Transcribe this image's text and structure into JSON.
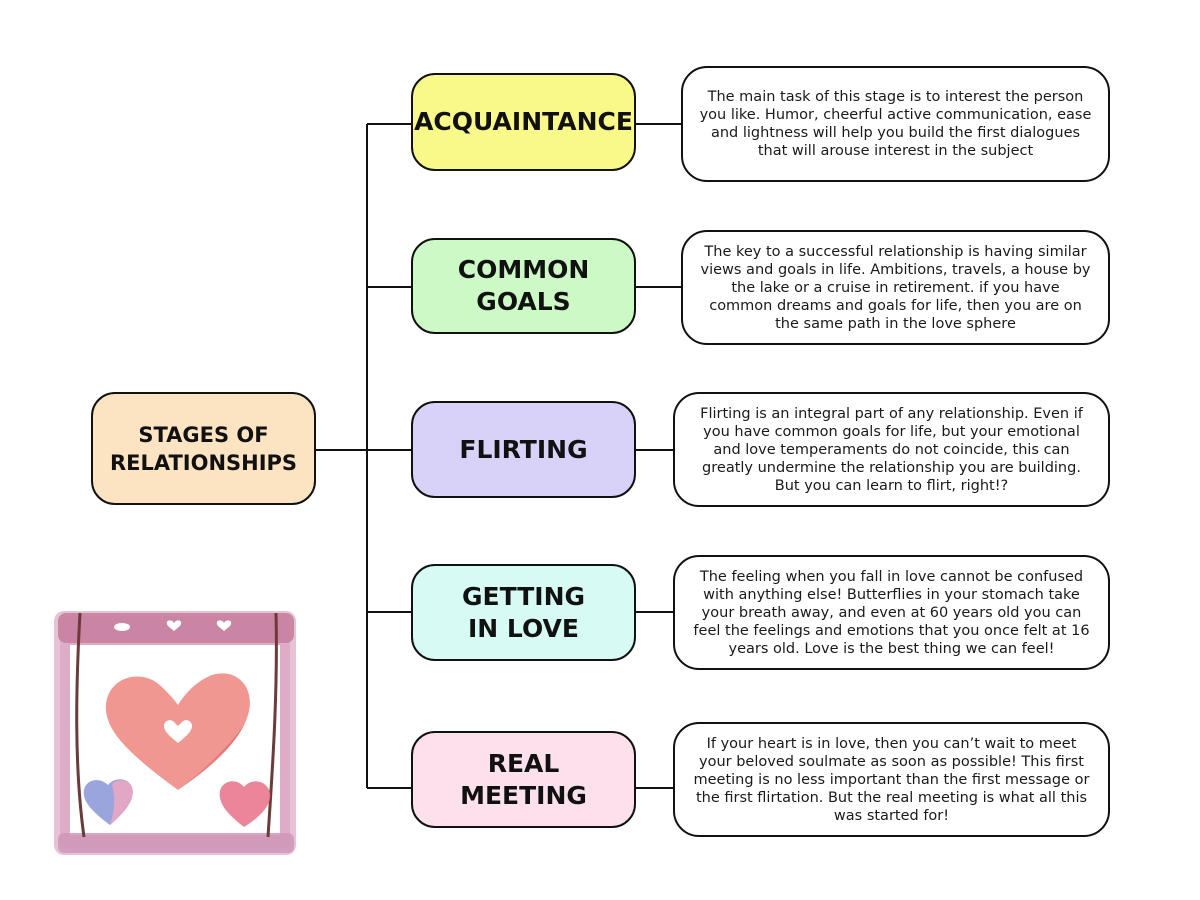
{
  "root": {
    "label": "STAGES OF RELATIONSHIPS",
    "color": "#FCE3C2"
  },
  "stages": [
    {
      "label": "ACQUAINTANCE",
      "color": "#F9F98A",
      "description": "The main task of this stage is to interest the person you like. Humor, cheerful active communication, ease and lightness will help you build the first dialogues that will arouse interest in the subject"
    },
    {
      "label": "COMMON GOALS",
      "color": "#CCF9C6",
      "description": "The key to a successful relationship is having similar views and goals in life. Ambitions, travels, a house by the lake or a cruise in retirement. if you have common dreams and goals for life, then you are on the same path in the love sphere"
    },
    {
      "label": "FLIRTING",
      "color": "#D8D2F9",
      "description": "Flirting is an integral part of any relationship. Even if you have common goals for life, but your emotional and love temperaments do not coincide, this can greatly undermine the relationship you are building. But you can learn to flirt, right!?"
    },
    {
      "label": "GETTING IN LOVE",
      "color": "#D7FAF4",
      "description": "The feeling when you fall in love cannot be confused with anything else! Butterflies in your stomach take your breath away, and even at 60 years old you can feel the feelings and emotions that you once felt at 16 years old. Love is the best thing we can feel!"
    },
    {
      "label": "REAL MEETING",
      "color": "#FCE1EC",
      "description": "If your heart is in love, then you can’t wait to meet your beloved soulmate as soon as possible! This first meeting is no less important than the first message or the first flirtation. But the real meeting is what all this was started for!"
    }
  ],
  "illustration": {
    "icon": "calendar-heart-icon",
    "colors": [
      "#C98BB1",
      "#F08C86",
      "#8E9BD8",
      "#E8788F"
    ]
  }
}
